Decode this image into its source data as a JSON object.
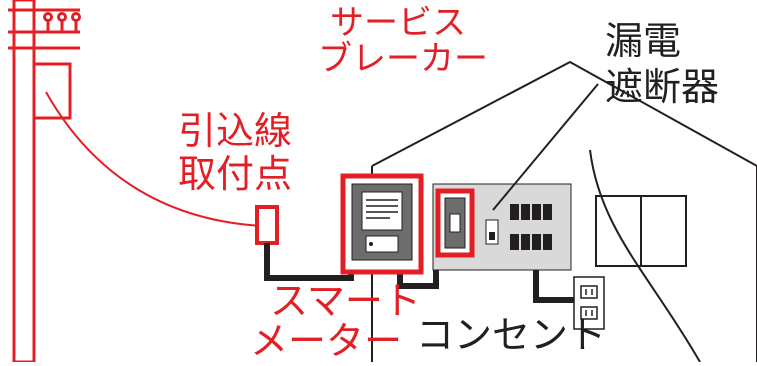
{
  "labels": {
    "service_breaker": [
      "サービス",
      "ブレーカー"
    ],
    "earth_leakage_breaker": [
      "漏電",
      "遮断器"
    ],
    "lead_in_point": [
      "引込線",
      "取付点"
    ],
    "smart_meter": [
      "スマート",
      "メーター"
    ],
    "outlet": "コンセント"
  },
  "colors": {
    "highlight": "#e31f26",
    "line": "#231f20",
    "panel_fill": "#d9d9d9",
    "meter_fill": "#6d6d6d"
  }
}
